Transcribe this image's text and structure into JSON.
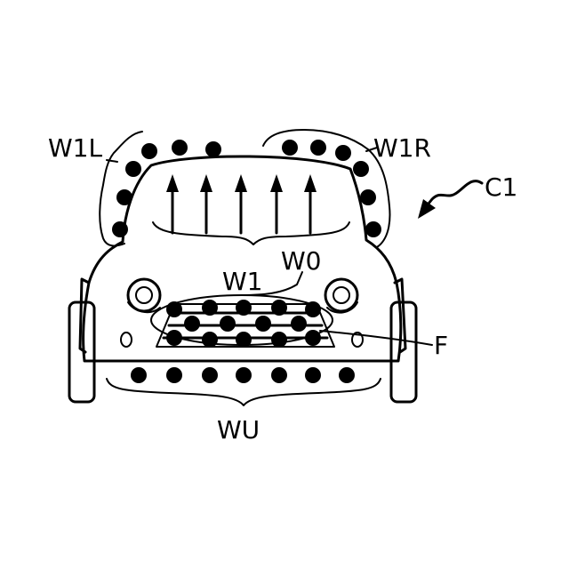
{
  "labels": {
    "c1": "C1",
    "w1l": "W1L",
    "w1r": "W1R",
    "w1": "W1",
    "w0": "W0",
    "f": "F",
    "wu": "WU"
  },
  "colors": {
    "ink": "#000000",
    "paper": "#ffffff"
  }
}
